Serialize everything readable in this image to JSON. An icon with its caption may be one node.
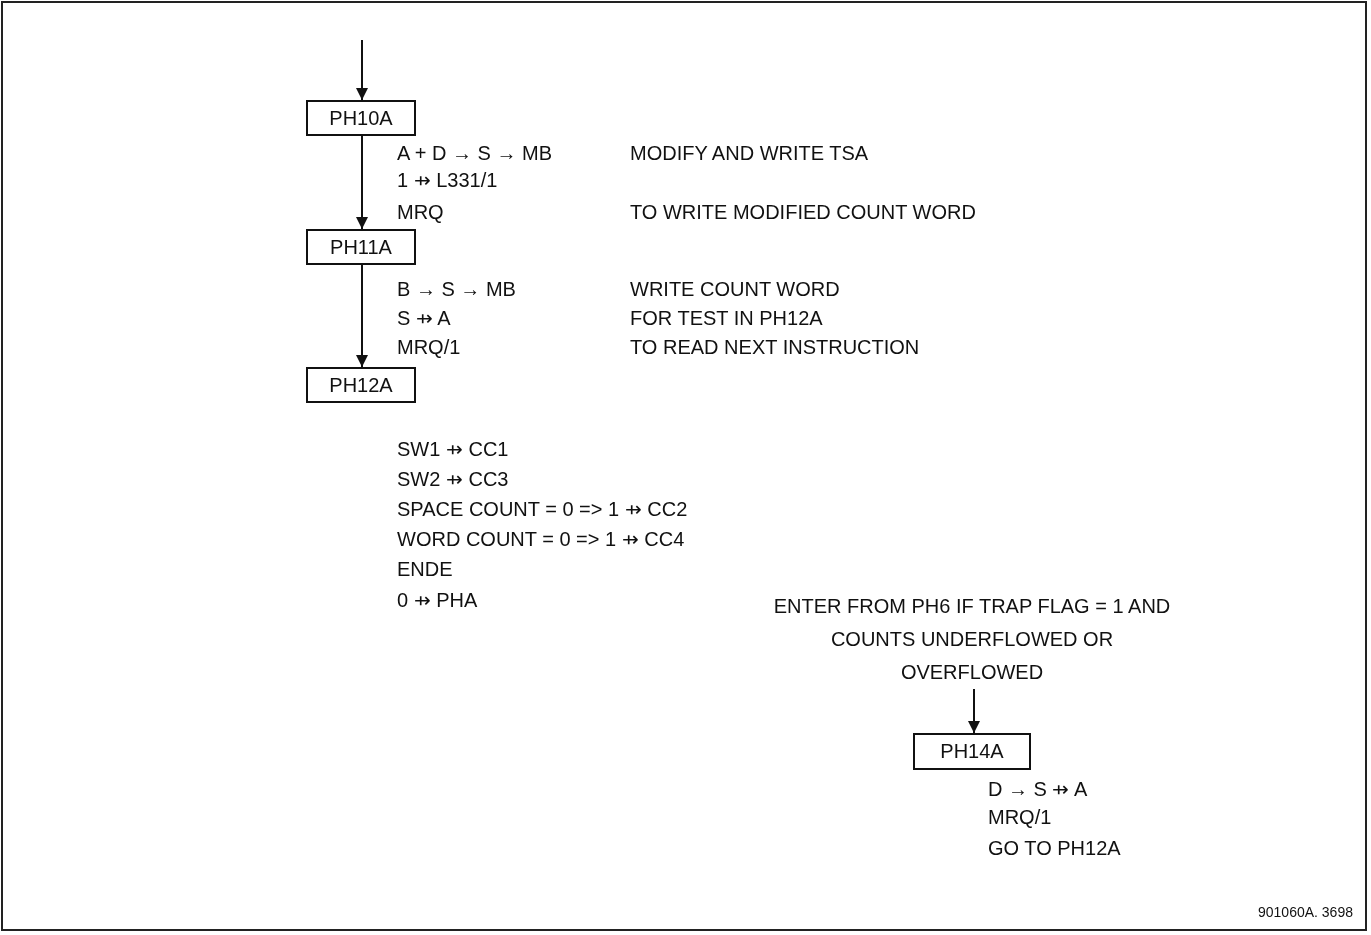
{
  "diagram": {
    "nodes": [
      {
        "text": [
          "PH10A"
        ]
      },
      {
        "text": [
          "PH11A"
        ]
      },
      {
        "text": [
          "PH12A"
        ]
      },
      {
        "text": [
          "ENTER FROM PH6 IF TRAP FLAG = 1 AND COUNTS UNDERFLOWED OR OVERFLOWED"
        ]
      },
      {
        "text": [
          "PH14A"
        ]
      }
    ],
    "edges": [
      {
        "from": null,
        "to": 0,
        "arrow": "to"
      },
      {
        "from": 0,
        "to": 1,
        "arrow": "to"
      },
      {
        "from": 1,
        "to": 2,
        "arrow": "to"
      },
      {
        "from": 3,
        "to": 4,
        "arrow": "to"
      }
    ],
    "labels": [
      "A + D → S → MB",
      "MODIFY AND WRITE TSA",
      "1 ⇸ L331/1",
      "MRQ",
      "TO WRITE MODIFIED COUNT WORD",
      "B → S → MB",
      "WRITE COUNT WORD",
      "S ⇸ A",
      "FOR TEST IN PH12A",
      "MRQ/1",
      "TO READ NEXT INSTRUCTION",
      "SW1 ⇸ CC1",
      "SW2 ⇸ CC3",
      "SPACE COUNT = 0 => 1 ⇸ CC2",
      "WORD COUNT = 0 => 1 ⇸ CC4",
      "ENDE",
      "0 ⇸ PHA",
      "D → S ⇸ A",
      "MRQ/1",
      "GO TO PH12A",
      "901060A. 3698"
    ]
  }
}
